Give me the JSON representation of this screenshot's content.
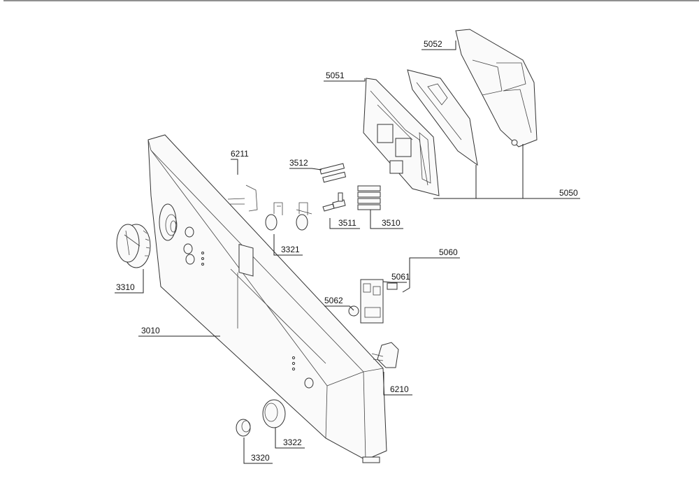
{
  "diagram": {
    "labels": {
      "p5052": "5052",
      "p5051": "5051",
      "p6211": "6211",
      "p3512": "3512",
      "p5050": "5050",
      "p3511": "3511",
      "p3510": "3510",
      "p3321": "3321",
      "p3310": "3310",
      "p5060": "5060",
      "p5061": "5061",
      "p5062": "5062",
      "p3010": "3010",
      "p6210": "6210",
      "p3322": "3322",
      "p3320": "3320"
    }
  }
}
